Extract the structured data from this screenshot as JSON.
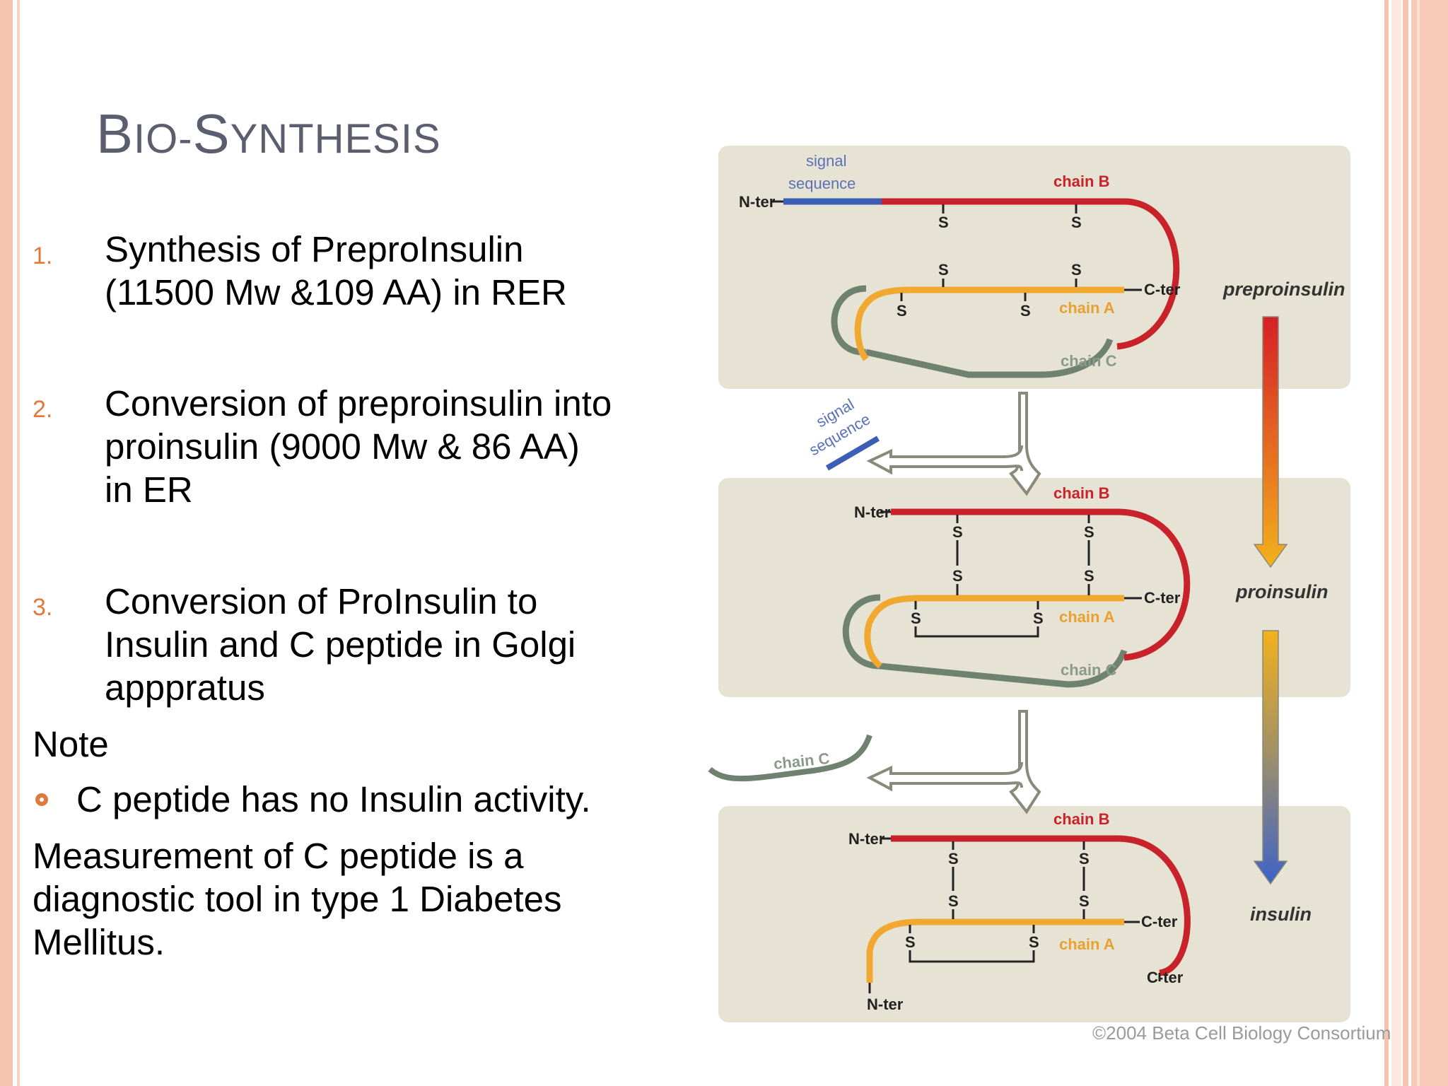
{
  "slide": {
    "title_first_big": "B",
    "title_first_small": "IO-",
    "title_second_big": "S",
    "title_second_small": "YNTHESIS"
  },
  "list": [
    {
      "number": "1.",
      "text": "Synthesis of PreproInsulin\n(11500 Mw &109 AA) in RER"
    },
    {
      "number": "2.",
      "text": "Conversion of preproinsulin into\nproinsulin (9000 Mw & 86 AA)\nin ER"
    },
    {
      "number": "3.",
      "text": "Conversion of ProInsulin to\nInsulin and C peptide in Golgi\napppratus"
    }
  ],
  "note_label": "Note",
  "bullet_text": "C peptide has no Insulin activity.",
  "measurement_text": "Measurement of C peptide is a\ndiagnostic tool in type 1 Diabetes\nMellitus.",
  "diagram": {
    "labels": {
      "n_ter": "N-ter",
      "c_ter": "C-ter",
      "chain_a": "chain A",
      "chain_b": "chain B",
      "chain_c": "chain C",
      "signal": "signal",
      "sequence": "sequence",
      "s": "S",
      "preproinsulin": "preproinsulin",
      "proinsulin": "proinsulin",
      "insulin": "insulin"
    },
    "credit": "©2004 Beta Cell Biology Consortium",
    "colors": {
      "chain_b": "#c8222a",
      "chain_a": "#f0a830",
      "chain_c": "#6f8270",
      "signal": "#3b5fb5",
      "panel": "#e7e3d4",
      "accent": "#e07a3c"
    }
  }
}
